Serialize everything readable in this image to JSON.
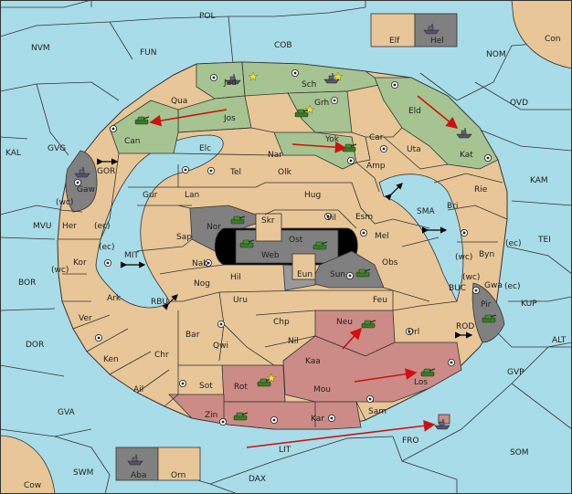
{
  "colors": {
    "sea": "#a8dce8",
    "land": "#e8c697",
    "power_green": "#a6c491",
    "power_red": "#cc8b86",
    "impassable": "#999999",
    "move_arrow": "#d01010"
  },
  "sea_labels": {
    "pol": "POL",
    "nvm": "NVM",
    "fun": "FUN",
    "cob": "COB",
    "nom": "NOM",
    "con": "Con",
    "ovd": "OVD",
    "kal": "KAL",
    "gvg": "GVG",
    "kam": "KAM",
    "gor": "GOR",
    "mvu": "MVU",
    "sma": "SMA",
    "tei": "TEI",
    "mit": "MIT",
    "bor": "BOR",
    "rbu": "RBU",
    "buc": "BUC",
    "kup": "KUP",
    "dor": "DOR",
    "rod": "ROD",
    "alt": "ALT",
    "gvp": "GVP",
    "gva": "GVA",
    "fro": "FRO",
    "lit": "LIT",
    "som": "SOM",
    "swm": "SWM",
    "dax": "DAX",
    "cow": "Cow"
  },
  "land_labels": {
    "elf": "Elf",
    "hel": "Hel",
    "jad": "Jad",
    "sch": "Sch",
    "qua": "Qua",
    "jos": "Jos",
    "grh": "Grh",
    "eld": "Eld",
    "can": "Can",
    "car": "Car",
    "uta": "Uta",
    "elc": "Elc",
    "nar": "Nar",
    "yok": "Yok",
    "kat": "Kat",
    "amp": "Amp",
    "tel": "Tel",
    "olk": "Olk",
    "gaw": "Gaw",
    "gur": "Gur",
    "lan": "Lan",
    "hug": "Hug",
    "rie": "Rie",
    "bri": "Bri",
    "wc1": "(wc)",
    "her": "Her",
    "ec1": "(ec)",
    "nor": "Nor",
    "skr": "Skr",
    "ost": "Ost",
    "vil": "Vil",
    "esm": "Esm",
    "mel": "Mel",
    "sap": "Sap",
    "web": "Web",
    "ec2": "(ec)",
    "wc2": "(wc)",
    "byn": "Byn",
    "ec3": "(ec)",
    "kor": "Kor",
    "wc3": "(wc)",
    "nab": "Nab",
    "eun": "Eun",
    "sun": "Sun",
    "obs": "Obs",
    "wc4": "(wc)",
    "gwa": "Gwa",
    "ec4": "(ec)",
    "hil": "Hil",
    "nog": "Nog",
    "ark": "Ark",
    "uru": "Uru",
    "feu": "Feu",
    "pir": "Pir",
    "ver": "Ver",
    "chp": "Chp",
    "neu": "Neu",
    "orl": "Orl",
    "bar": "Bar",
    "qwi": "Qwi",
    "nil": "Nil",
    "ken": "Ken",
    "chr": "Chr",
    "kaa": "Kaa",
    "los": "Los",
    "ail": "Ail",
    "rot": "Rot",
    "sot": "Sot",
    "mou": "Mou",
    "zin": "Zin",
    "kar": "Kar",
    "sam": "Sam",
    "aba": "Aba",
    "orn": "Orn"
  }
}
